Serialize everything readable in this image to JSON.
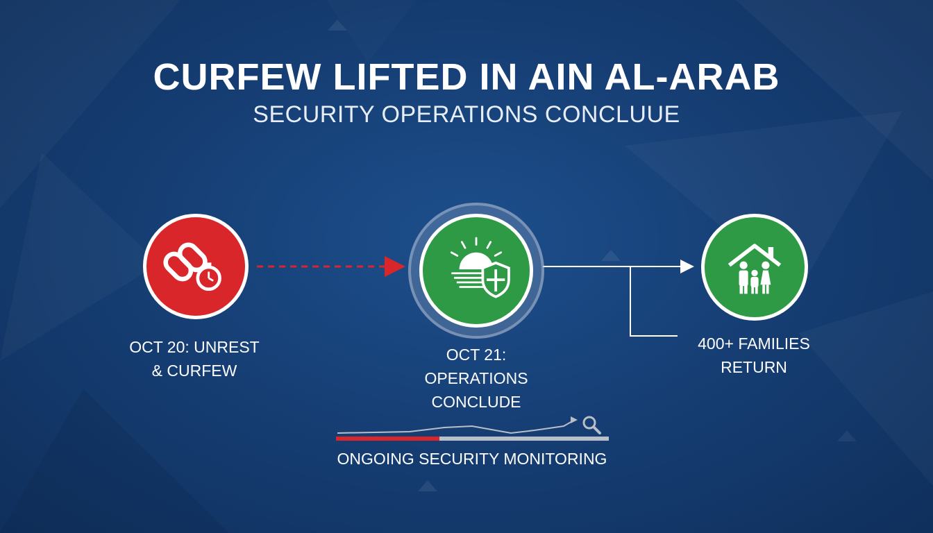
{
  "headline": "CURFEW LIFTED IN AIN AL-ARAB",
  "subheadline": "SECURITY OPERATIONS CONCLUUE",
  "timeline": [
    {
      "label": "OCT 20: UNREST\n& CURFEW",
      "icon": "chain-and-stopwatch-icon",
      "color": "#d8262b"
    },
    {
      "label": "OCT 21:\nOPERATIONS\nCONCLUDE",
      "icon": "sunrise-and-shield-icon",
      "color": "#2f9a45"
    },
    {
      "label": "400+ FAMILIES\nRETURN",
      "icon": "family-home-icon",
      "color": "#2f9a45"
    }
  ],
  "monitoring": {
    "label": "ONGOING SECURITY MONITORING",
    "icon": "magnifier-icon",
    "bar_colors": [
      "#d8262b",
      "#b9bfc8"
    ]
  },
  "colors": {
    "background": "#163f75",
    "accent_red": "#d8262b",
    "accent_green": "#2f9a45"
  }
}
